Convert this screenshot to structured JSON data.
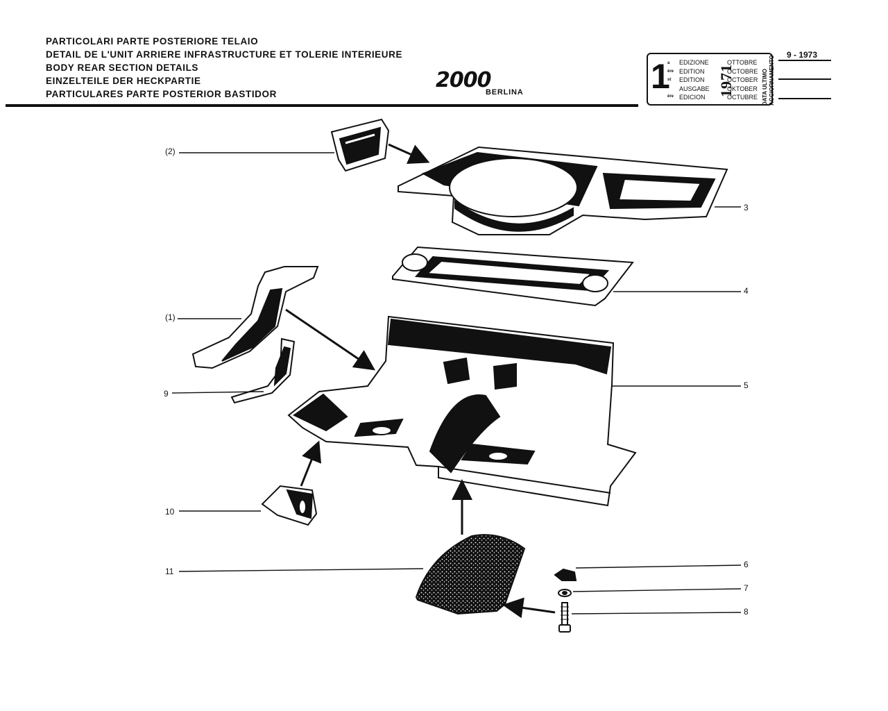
{
  "header": {
    "title_lines": [
      "PARTICOLARI PARTE POSTERIORE TELAIO",
      "DETAIL DE L'UNIT ARRIERE INFRASTRUCTURE ET TOLERIE INTERIEURE",
      "BODY REAR SECTION DETAILS",
      "EINZELTEILE DER HECKPARTIE",
      "PARTICULARES PARTE POSTERIOR BASTIDOR"
    ],
    "logo": "2000",
    "logo_subtitle": "BERLINA"
  },
  "edition_box": {
    "number": "1",
    "ordinals": [
      "a",
      "ère",
      "st",
      "ère"
    ],
    "words": [
      "EDIZIONE",
      "EDITION",
      "EDITION",
      "AUSGABE",
      "EDICION"
    ],
    "months": [
      "OTTOBRE",
      "OCTOBRE",
      "OCTOBER",
      "OKTOBER",
      "OCTUBRE"
    ],
    "year": "1971"
  },
  "last_update": {
    "label_line1": "DATA ULTIMO",
    "label_line2": "AGGIORNAMENTO",
    "date": "9 - 1973"
  },
  "callouts": [
    "(2)",
    "(1)",
    "9",
    "10",
    "11",
    "3",
    "4",
    "5",
    "6",
    "7",
    "8"
  ]
}
